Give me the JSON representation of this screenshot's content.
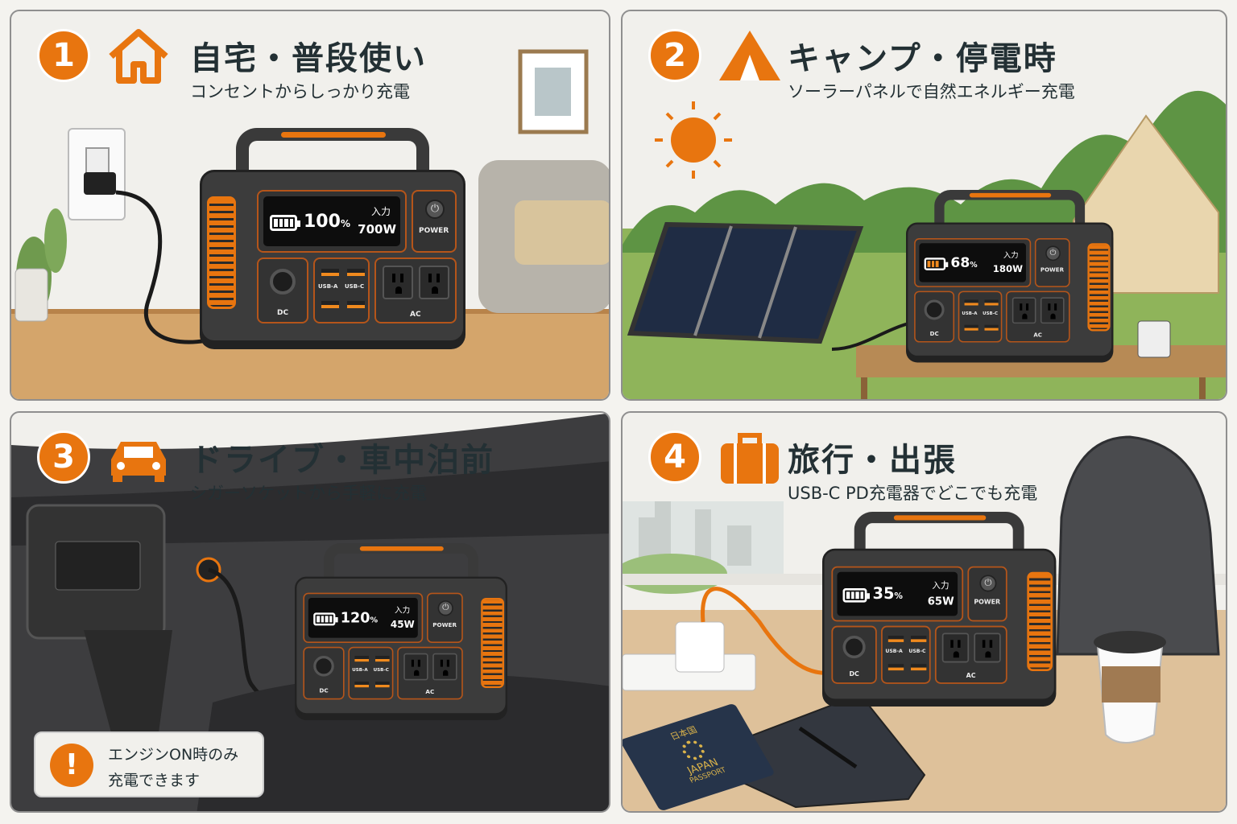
{
  "accent_color": "#e8750f",
  "panels": [
    {
      "number": "1",
      "icon": "house-icon",
      "title": "自宅・普段使い",
      "subtitle": "コンセントからしっかり充電",
      "device": {
        "percent": "100",
        "percent_unit": "%",
        "input_label": "入力",
        "input_watts": "700W",
        "power_label": "POWER",
        "dc_label": "DC",
        "usba_label": "USB-A",
        "usbc_label": "USB-C",
        "ac_label": "AC",
        "battery_bars": 4
      }
    },
    {
      "number": "2",
      "icon": "tent-icon",
      "title": "キャンプ・停電時",
      "subtitle": "ソーラーパネルで自然エネルギー充電",
      "device": {
        "percent": "68",
        "percent_unit": "%",
        "input_label": "入力",
        "input_watts": "180W",
        "power_label": "POWER",
        "dc_label": "DC",
        "usba_label": "USB-A",
        "usbc_label": "USB-C",
        "ac_label": "AC",
        "battery_bars": 3
      }
    },
    {
      "number": "3",
      "icon": "car-icon",
      "title": "ドライブ・車中泊前",
      "subtitle": "シガーソケットから手軽に充電",
      "device": {
        "percent": "120",
        "percent_unit": "%",
        "input_label": "入力",
        "input_watts": "45W",
        "power_label": "POWER",
        "dc_label": "DC",
        "usba_label": "USB-A",
        "usbc_label": "USB-C",
        "ac_label": "AC",
        "battery_bars": 4
      },
      "note": {
        "icon": "exclamation-icon",
        "line1": "エンジンON時のみ",
        "line2": "充電できます"
      }
    },
    {
      "number": "4",
      "icon": "suitcase-icon",
      "title": "旅行・出張",
      "subtitle": "USB-C PD充電器でどこでも充電",
      "device": {
        "percent": "35",
        "percent_unit": "%",
        "input_label": "入力",
        "input_watts": "65W",
        "power_label": "POWER",
        "dc_label": "DC",
        "usba_label": "USB-A",
        "usbc_label": "USB-C",
        "ac_label": "AC",
        "battery_bars": 4
      },
      "passport": {
        "emblem_text": "日本国",
        "country": "JAPAN",
        "label": "PASSPORT"
      }
    }
  ]
}
